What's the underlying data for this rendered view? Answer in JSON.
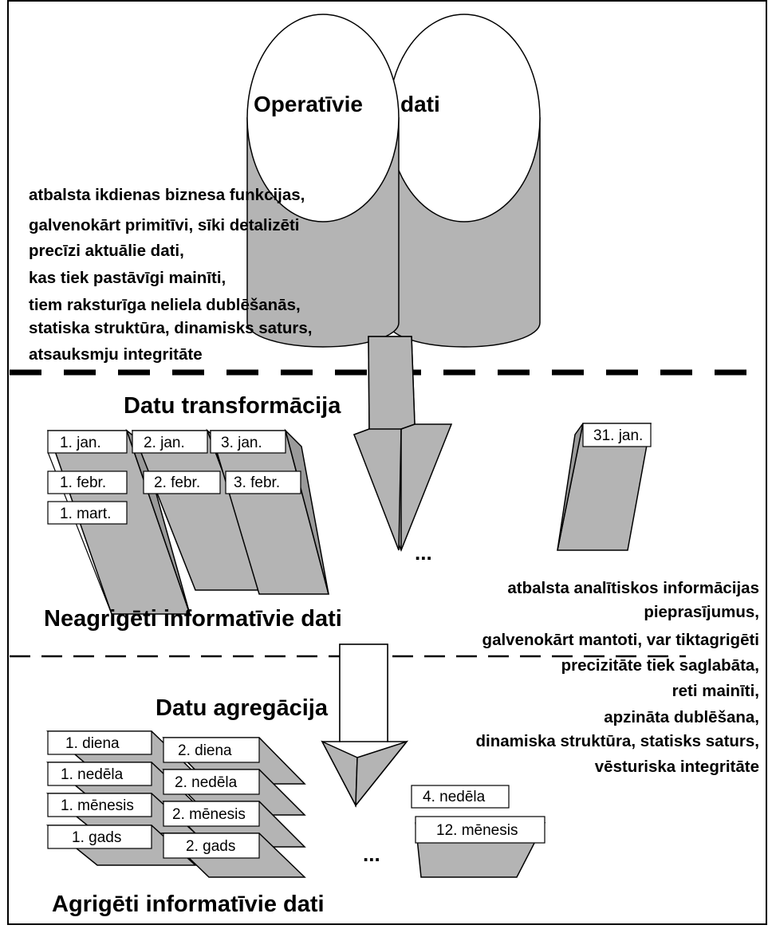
{
  "operational": {
    "title_left": "Operatīvie",
    "title_right": "dati",
    "description": [
      "atbalsta ikdienas biznesa funkcijas,",
      "galvenokārt primitīvi, sīki detalizēti",
      "precīzi aktuālie dati,",
      "kas tiek pastāvīgi mainīti,",
      "tiem raksturīga neliela dublēšanās,",
      "statiska struktūra, dinamisks saturs,",
      "atsauksmju integritāte"
    ]
  },
  "transformation": {
    "title": "Datu transformācija"
  },
  "unaggregated": {
    "title": "Neagrigēti informatīvie dati",
    "columns": [
      [
        "1. jan.",
        "1. febr.",
        "1. mart."
      ],
      [
        "2. jan.",
        "2. febr."
      ],
      [
        "3. jan.",
        "3. febr."
      ]
    ],
    "ellipsis": "...",
    "last": "31. jan."
  },
  "informative_description": [
    "atbalsta analītiskos informācijas",
    "pieprasījumus,",
    "galvenokārt mantoti, var tiktagrigēti",
    "precizitāte tiek saglabāta,",
    "reti mainīti,",
    "apzināta dublēšana,",
    "dinamiska struktūra, statisks saturs,",
    "vēsturiska integritāte"
  ],
  "aggregation": {
    "title": "Datu agregācija"
  },
  "aggregated": {
    "title": "Agrigēti informatīvie dati",
    "col1": [
      "1. diena",
      "1. nedēla",
      "1. mēnesis",
      "1. gads"
    ],
    "col2": [
      "2. diena",
      "2. nedēla",
      "2. mēnesis",
      "2. gads"
    ],
    "ellipsis": "...",
    "last_week": "4. nedēla",
    "last_month": "12. mēnesis"
  }
}
